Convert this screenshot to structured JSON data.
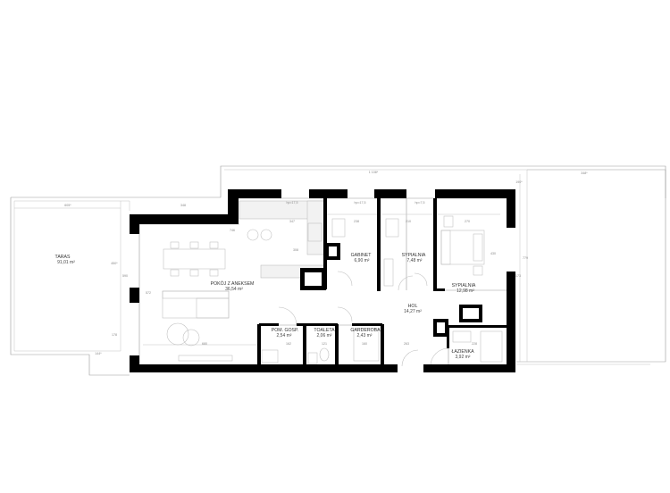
{
  "rooms": [
    {
      "id": "taras",
      "name": "TARAS",
      "area": "91,01 m²"
    },
    {
      "id": "pokoj",
      "name": "POKÓJ Z ANEKSEM",
      "area": "36,54 m²"
    },
    {
      "id": "gabinet",
      "name": "GABINET",
      "area": "6,90 m²"
    },
    {
      "id": "sypialnia1",
      "name": "SYPIALNIA",
      "area": "7,48 m²"
    },
    {
      "id": "sypialnia2",
      "name": "SYPIALNIA",
      "area": "12,98 m²"
    },
    {
      "id": "hol",
      "name": "HOL",
      "area": "14,27 m²"
    },
    {
      "id": "pomgosp",
      "name": "POM. GOSP.",
      "area": "2,54 m²"
    },
    {
      "id": "toaleta",
      "name": "TOALETA",
      "area": "2,06 m²"
    },
    {
      "id": "garderoba",
      "name": "GARDEROBA",
      "area": "2,43 m²"
    },
    {
      "id": "lazienka",
      "name": "ŁAZIENKA",
      "area": "3,92 m²"
    }
  ],
  "dimensions": {
    "top_overall": "1 108*",
    "right_terrace": "348*",
    "left_terrace": "605*",
    "terrace_inner": "348",
    "living_top": "347",
    "living_width": "746",
    "gabinet_w": "238",
    "syp1_w": "210",
    "syp2_w": "270",
    "left_h": "450*",
    "left_h2": "590",
    "left_h3": "178",
    "left_bottom": "144*",
    "living_bottom": "680",
    "pom_w": "162",
    "toal_w": "121",
    "gard_w": "160",
    "hol_w": "263",
    "laz_w": "228",
    "right_h": "430",
    "right_h2": "779",
    "right_top": "190*",
    "right_side": "173",
    "kitchen_h": "308",
    "living_h": "572",
    "hp1": "hp=17,5",
    "hp2": "hp=17,5",
    "hp3": "hp=7,5"
  }
}
